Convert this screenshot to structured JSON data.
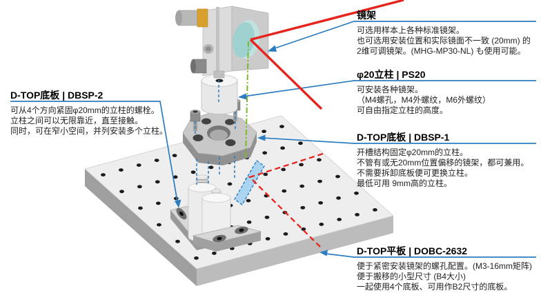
{
  "colors": {
    "accent_blue": "#2b7cc0",
    "beam_red": "#e6231c",
    "guide_green": "#79b82b",
    "mirror_teal": "#a5d2d0",
    "knob_yellow": "#d8a12e"
  },
  "labels": {
    "mirror_mount": {
      "title": "镜架",
      "lines": [
        "可选用样本上各种标准镜架。",
        "也可选用安装位置和实际镜面不一致 (20mm) 的",
        "2维可调镜架。(MHG-MP30-NL) も使用可能。"
      ]
    },
    "post": {
      "title": "φ20立柱 | PS20",
      "lines": [
        "可安装各种镜架。",
        "（M4螺孔，M4外螺纹，M6外螺纹）",
        "可自由指定立柱的高度。"
      ]
    },
    "base_dbsp1": {
      "title": "D-TOP底板 | DBSP-1",
      "lines": [
        "开槽结构固定φ20mm的立柱。",
        "不管有或无20mm位置偏移的镜架，都可兼用。",
        "不需要拆卸底板便可更换立柱。",
        "最低可用 9mm高的立柱。"
      ]
    },
    "plate_dobc": {
      "title": "D-TOP平板 | DOBC-2632",
      "lines": [
        "便于紧密安装镜架的螺孔配置。(M3-16mm矩阵)",
        "便于搬移的小型尺寸 (B4大小)",
        "一起使用4个底板、可用作B2尺寸的底板。"
      ]
    },
    "base_dbsp2": {
      "title": "D-TOP底板 | DBSP-2",
      "lines": [
        "可从4个方向紧固φ20mm的立柱的螺栓。",
        "立柱之间可以无限靠近，直至接触。",
        "同时，可在窄小空间，并列安装多个立柱。"
      ]
    }
  }
}
